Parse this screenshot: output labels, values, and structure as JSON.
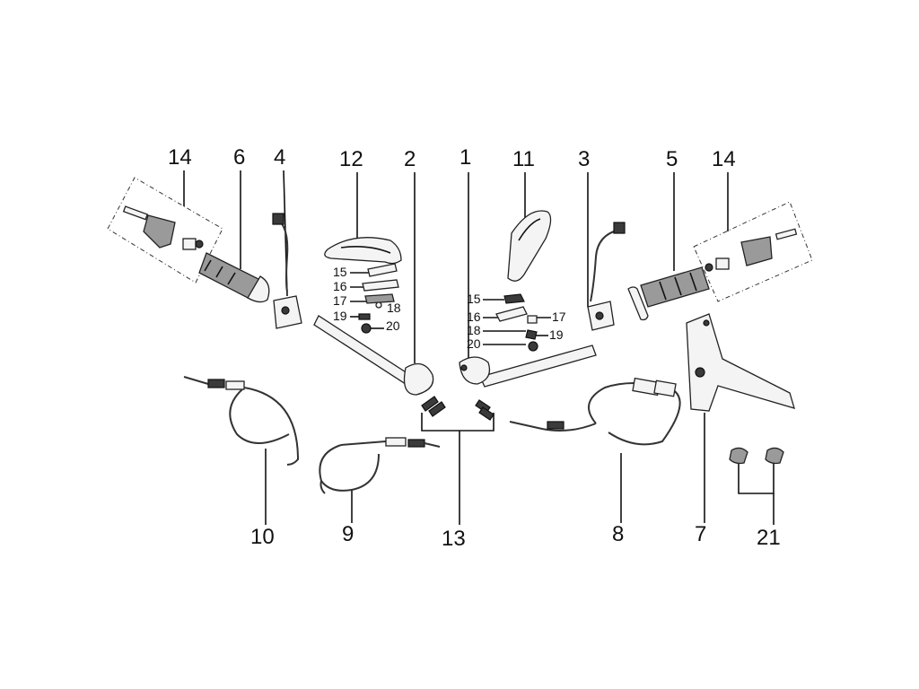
{
  "diagram": {
    "callouts": {
      "c14_left": "14",
      "c6": "6",
      "c4": "4",
      "c12": "12",
      "c2": "2",
      "c1": "1",
      "c11": "11",
      "c3": "3",
      "c5": "5",
      "c14_right": "14",
      "c15_left": "15",
      "c16_left": "16",
      "c17_left": "17",
      "c18_left": "18",
      "c19_left": "19",
      "c20_left": "20",
      "c15_right": "15",
      "c16_right": "16",
      "c17_right": "17",
      "c18_right": "18",
      "c19_right": "19",
      "c20_right": "20",
      "c10": "10",
      "c9": "9",
      "c13": "13",
      "c8": "8",
      "c7": "7",
      "c21": "21"
    }
  }
}
